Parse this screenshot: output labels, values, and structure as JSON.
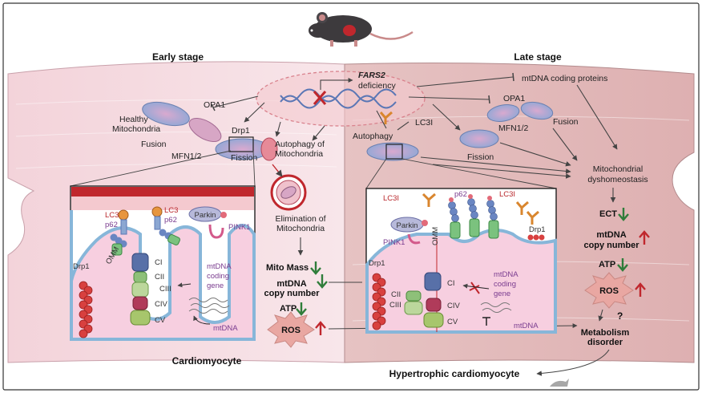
{
  "stages": {
    "early": "Early stage",
    "late": "Late stage"
  },
  "cells": {
    "early": "Cardiomyocyte",
    "late": "Hypertrophic cardiomyocyte"
  },
  "center": {
    "gene": "FARS2",
    "deficiency": "deficiency"
  },
  "early": {
    "opa1": "OPA1",
    "healthy_line1": "Healthy",
    "healthy_line2": "Mitochondria",
    "fusion": "Fusion",
    "mfn": "MFN1/2",
    "drp1": "Drp1",
    "fission": "Fission",
    "autophagy_line1": "Autophagy of",
    "autophagy_line2": "Mitochondria",
    "elimination_line1": "Elimination of",
    "elimination_line2": "Mitochondria",
    "mito_mass": "Mito Mass",
    "mtdna_line1": "mtDNA",
    "mtdna_line2": "copy number",
    "atp": "ATP",
    "ros": "ROS"
  },
  "early_inset": {
    "lc3": "LC3",
    "p62": "p62",
    "lc3b": "LC3",
    "p62b": "p62",
    "omm": "OMM",
    "parkin": "Parkin",
    "pink1": "PINK1",
    "drp1": "Drp1",
    "complexes": [
      "CI",
      "CII",
      "CIII",
      "CIV",
      "CV"
    ],
    "gene_line1": "mtDNA",
    "gene_line2": "coding",
    "gene_line3": "gene",
    "mtdna": "mtDNA"
  },
  "late": {
    "coding_proteins": "mtDNA coding proteins",
    "opa1": "OPA1",
    "mfn": "MFN1/2",
    "fusion": "Fusion",
    "lc3i": "LC3I",
    "autophagy": "Autophagy",
    "fission": "Fission",
    "dys_line1": "Mitochondrial",
    "dys_line2": "dyshomeostasis",
    "ect": "ECT",
    "mtdna_line1": "mtDNA",
    "mtdna_line2": "copy number",
    "atp": "ATP",
    "ros": "ROS",
    "question": "?",
    "metab_line1": "Metabolism",
    "metab_line2": "disorder"
  },
  "late_inset": {
    "lc3i_a": "LC3I",
    "p62": "p62",
    "lc3i_b": "LC3I",
    "parkin": "Parkin",
    "pink1": "PINK1",
    "omm": "OMM",
    "drp1_top": "Drp1",
    "drp1": "Drp1",
    "complexes": [
      "CI",
      "CII",
      "CIII",
      "CIV",
      "CV"
    ],
    "gene_line1": "mtDNA",
    "gene_line2": "coding",
    "gene_line3": "gene",
    "mtdna": "mtDNA"
  },
  "colors": {
    "early_cell": "#f6dde3",
    "late_cell": "#e4bcbc",
    "ros_fill": "#e9a7a2",
    "arrow_up": "#c0272d",
    "arrow_down": "#2f7d3a",
    "inset_border": "#222222"
  }
}
